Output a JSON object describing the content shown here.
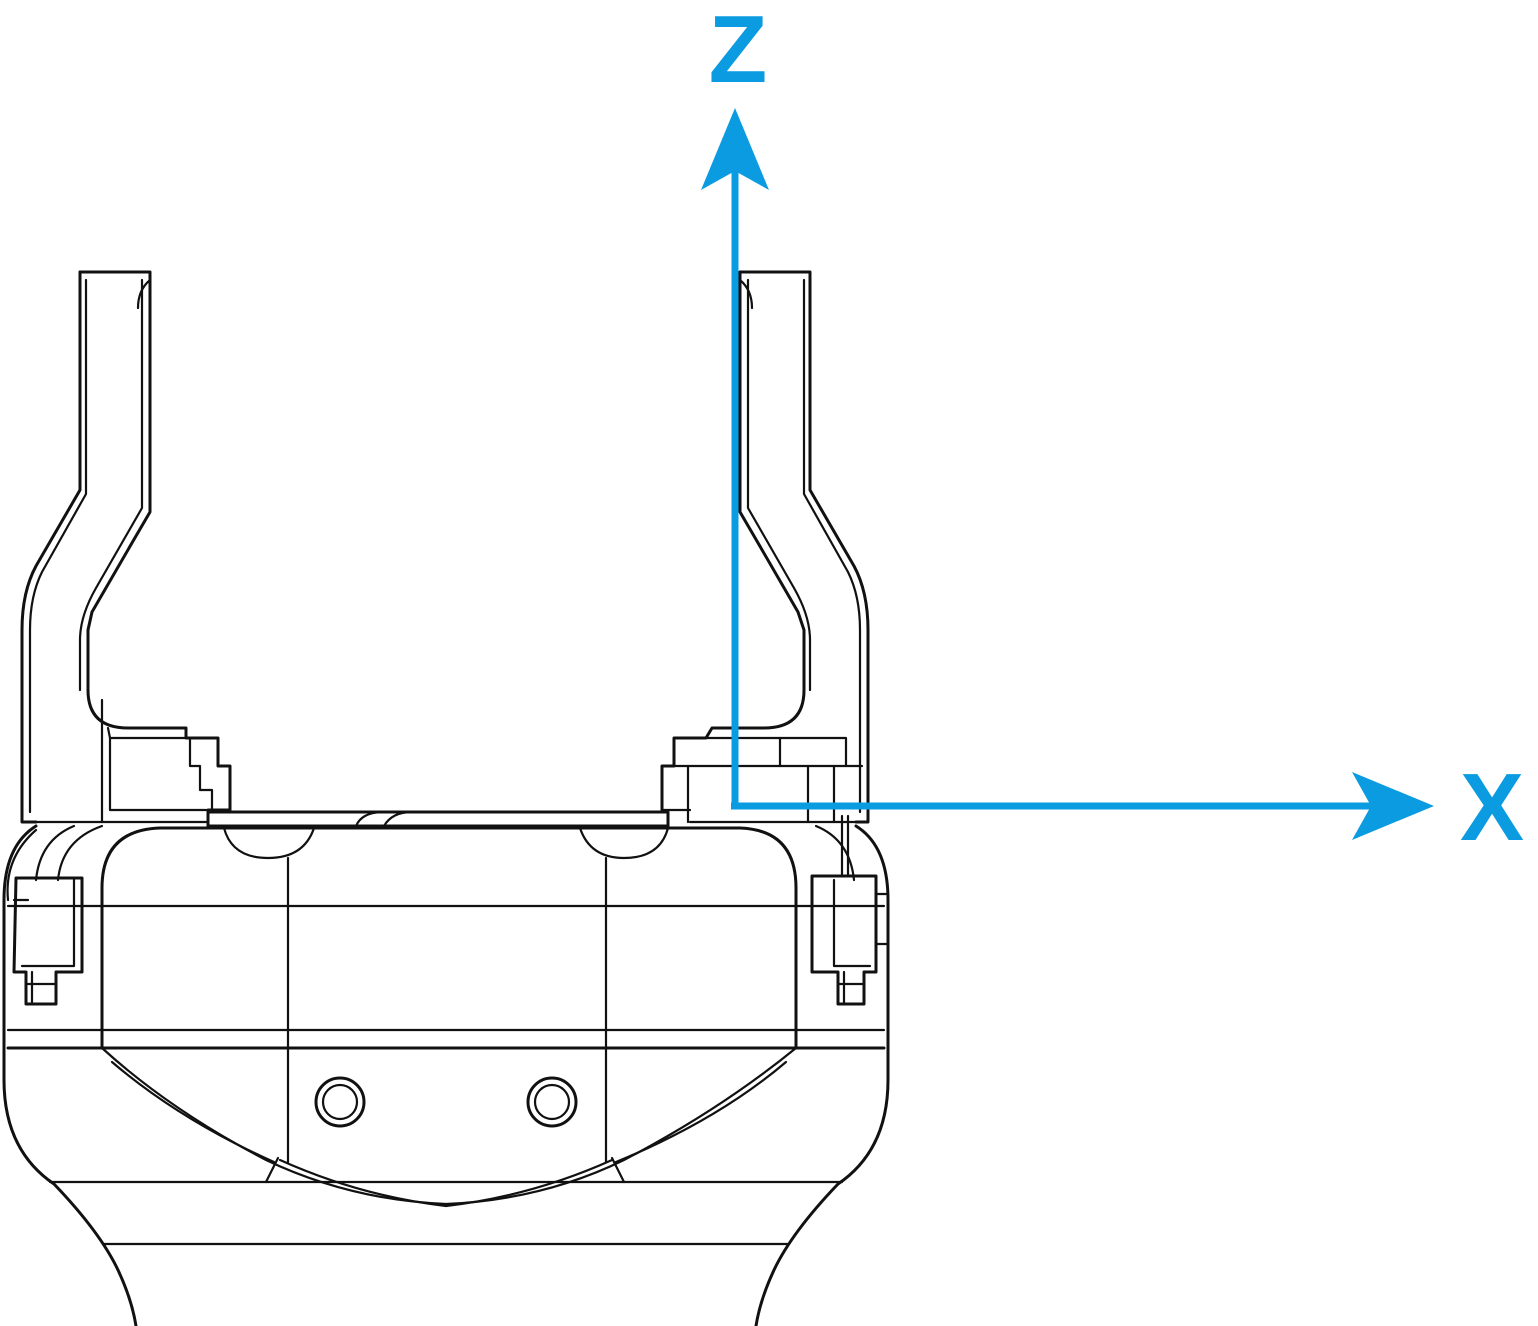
{
  "diagram": {
    "type": "gripper-coordinate-system",
    "axes": {
      "z": {
        "label": "Z"
      },
      "x": {
        "label": "X"
      }
    },
    "colors": {
      "axis": "#0b9be0",
      "outline": "#111111",
      "background": "#ffffff"
    }
  }
}
